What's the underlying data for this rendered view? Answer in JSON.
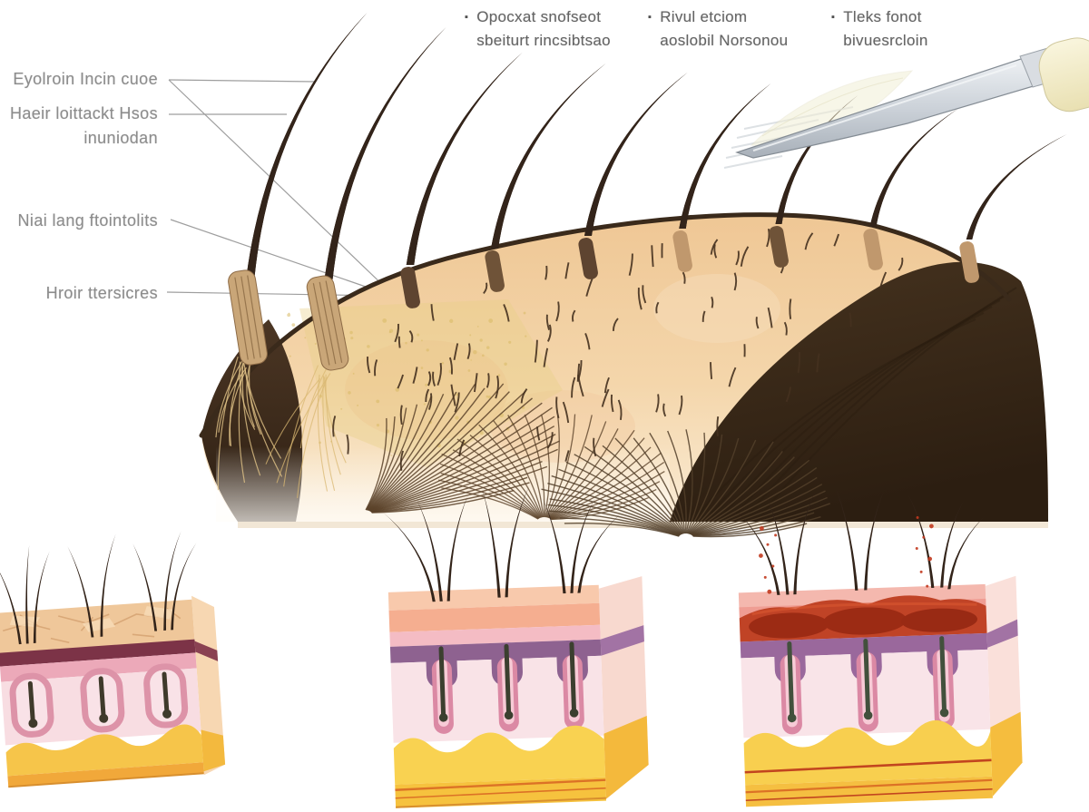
{
  "illustration": {
    "type": "hair-transplant-medical-diagram",
    "top_annotations": [
      {
        "bullet": "▪",
        "line1": "Opocxat snofseot",
        "line2": "sbeiturt rincsibtsao"
      },
      {
        "bullet": "▪",
        "line1": "Rivul etciom",
        "line2": "aoslobil Norsonou"
      },
      {
        "bullet": "▪",
        "line1": "Tleks fonot",
        "line2": "bivuesrcloin"
      }
    ],
    "side_annotations": [
      {
        "line1": "Eyolroin Incin cuoe",
        "line2": ""
      },
      {
        "line1": "Haeir loittackt Hsos",
        "line2": "inuniodan"
      },
      {
        "line1": "Niai lang ftointolits",
        "line2": ""
      },
      {
        "line1": "Hroir ttersicres",
        "line2": ""
      }
    ],
    "scene": {
      "main": "balding-scalp-top-view-with-implanted-hair-grafts",
      "tool": "hair-implanter-scalpel",
      "panels": [
        "skin-cross-section-follicles-stage-1",
        "skin-cross-section-follicles-stage-2",
        "skin-cross-section-implanted-grafts-bleeding"
      ]
    },
    "palette": {
      "background": "#ffffff",
      "label_text": "#8c8c8c",
      "annotation_text": "#646464",
      "leader_line": "#9e9e9e",
      "scalp_skin": "#f2d0a2",
      "hair_dark": "#33241a",
      "dark_hair_mass": "#3a2a1b",
      "graft_tan": "#c9a678",
      "epidermis_pink": "#eda6b6",
      "maroon_layer": "#7c3347",
      "purple_layer": "#8e6290",
      "dermis_pink": "#f8dee3",
      "fat_yellow": "#f6c64a",
      "wound_red": "#c04326",
      "tool_metal": "#c7cdd4",
      "tool_handle": "#f2ecca"
    }
  }
}
